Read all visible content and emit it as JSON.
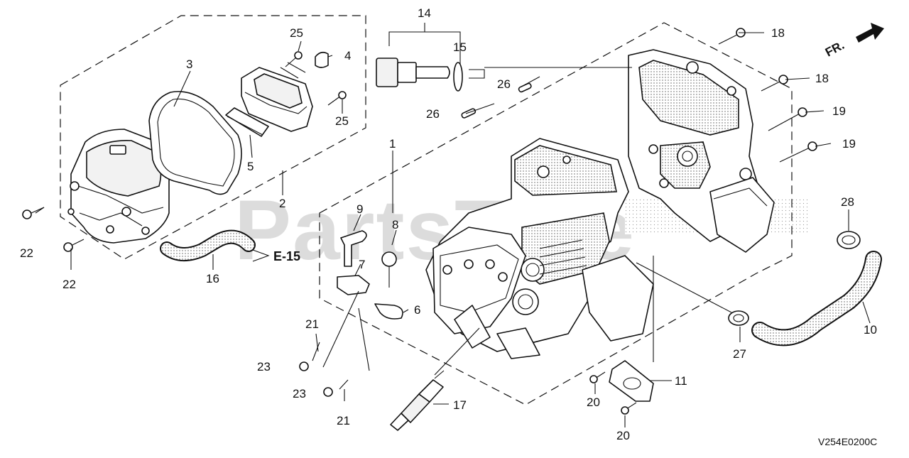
{
  "diagram": {
    "code": "V254E0200C",
    "front_marker": "FR.",
    "watermark": "PartsTree",
    "reference": "E-15",
    "callouts": [
      {
        "id": "c1",
        "label": "1"
      },
      {
        "id": "c2",
        "label": "2"
      },
      {
        "id": "c3",
        "label": "3"
      },
      {
        "id": "c4",
        "label": "4"
      },
      {
        "id": "c5",
        "label": "5"
      },
      {
        "id": "c6",
        "label": "6"
      },
      {
        "id": "c7",
        "label": "7"
      },
      {
        "id": "c8",
        "label": "8"
      },
      {
        "id": "c9",
        "label": "9"
      },
      {
        "id": "c10",
        "label": "10"
      },
      {
        "id": "c11",
        "label": "11"
      },
      {
        "id": "c14",
        "label": "14"
      },
      {
        "id": "c15",
        "label": "15"
      },
      {
        "id": "c16",
        "label": "16"
      },
      {
        "id": "c17",
        "label": "17"
      },
      {
        "id": "c18a",
        "label": "18"
      },
      {
        "id": "c18b",
        "label": "18"
      },
      {
        "id": "c19a",
        "label": "19"
      },
      {
        "id": "c19b",
        "label": "19"
      },
      {
        "id": "c20a",
        "label": "20"
      },
      {
        "id": "c20b",
        "label": "20"
      },
      {
        "id": "c21a",
        "label": "21"
      },
      {
        "id": "c21b",
        "label": "21"
      },
      {
        "id": "c22a",
        "label": "22"
      },
      {
        "id": "c22b",
        "label": "22"
      },
      {
        "id": "c23a",
        "label": "23"
      },
      {
        "id": "c23b",
        "label": "23"
      },
      {
        "id": "c25a",
        "label": "25"
      },
      {
        "id": "c25b",
        "label": "25"
      },
      {
        "id": "c26a",
        "label": "26"
      },
      {
        "id": "c26b",
        "label": "26"
      },
      {
        "id": "c27",
        "label": "27"
      },
      {
        "id": "c28",
        "label": "28"
      }
    ]
  }
}
